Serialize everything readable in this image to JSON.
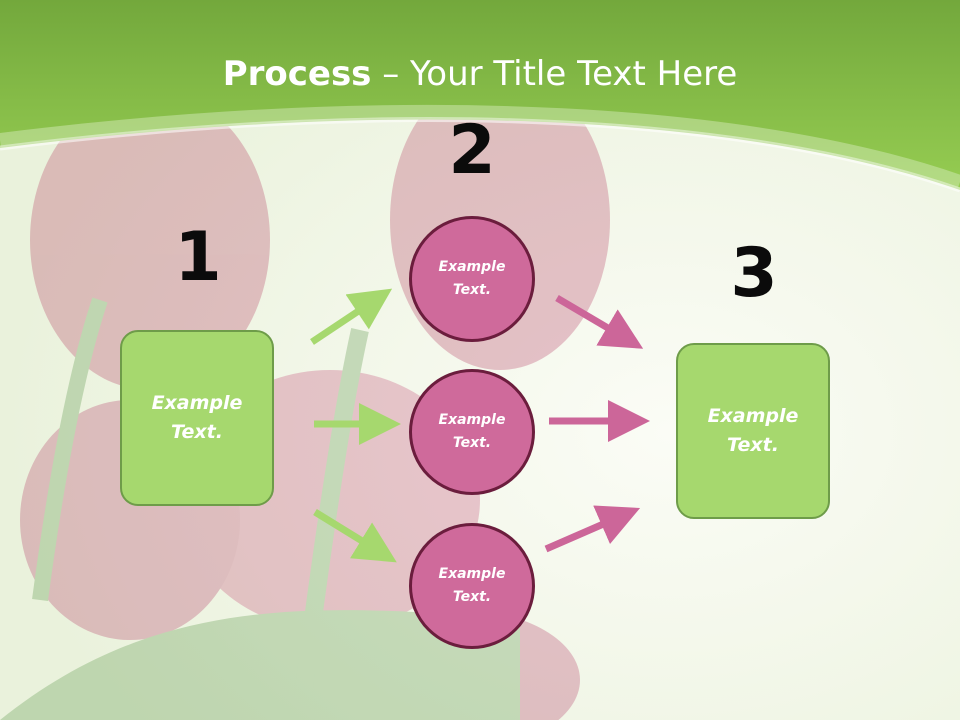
{
  "slide": {
    "title_bold": "Process",
    "title_rest": " – Your Title Text Here"
  },
  "steps": [
    {
      "number": "1",
      "label": "Example\nText."
    },
    {
      "number": "2",
      "label": "Example\nText."
    },
    {
      "number": "3",
      "label": "Example\nText."
    }
  ],
  "middle": [
    {
      "label": "Example\nText."
    },
    {
      "label": "Example\nText."
    },
    {
      "label": "Example\nText."
    }
  ],
  "colors": {
    "header_green": "#8cc850",
    "box_green": "#a6d86e",
    "circle_pink": "#cf6a9b",
    "arrow_green": "#a6d86e",
    "arrow_pink": "#cc6699"
  }
}
